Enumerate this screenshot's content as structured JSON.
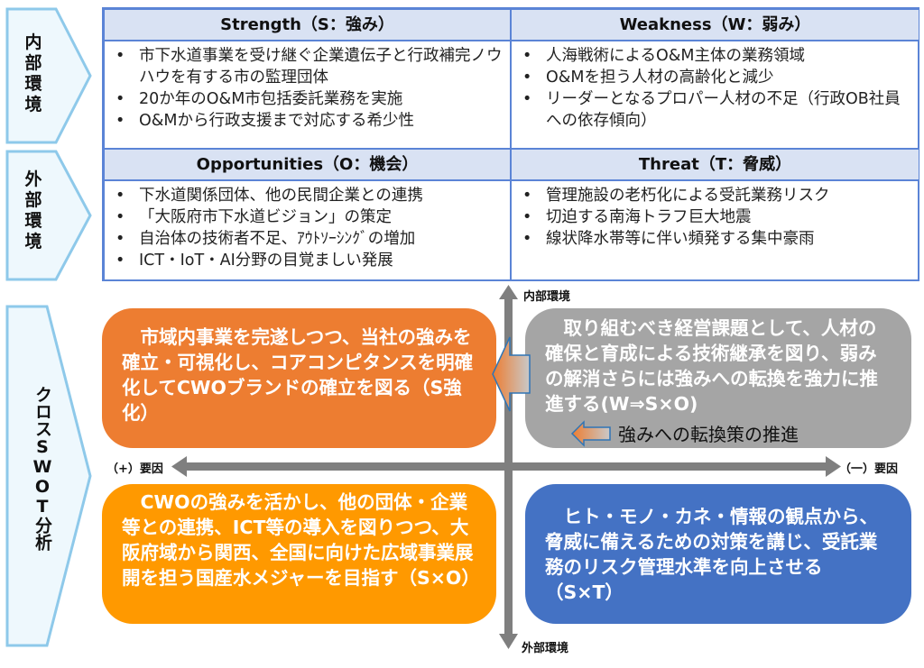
{
  "side_labels": {
    "internal": "内部環境",
    "external": "外部環境",
    "cross": "クロスSWOT分析"
  },
  "swot": {
    "strength": {
      "title": "Strength（S：強み）",
      "items": [
        "市下水道事業を受け継ぐ企業遺伝子と行政補完ノウハウを有する市の監理団体",
        "20か年のO&M市包括委託業務を実施",
        "O&Mから行政支援まで対応する希少性"
      ]
    },
    "weakness": {
      "title": "Weakness（W：弱み）",
      "items": [
        "人海戦術によるO&M主体の業務領域",
        "O&Mを担う人材の高齢化と減少",
        "リーダーとなるプロパー人材の不足（行政OB社員への依存傾向）"
      ]
    },
    "opportunities": {
      "title": "Opportunities（O：機会）",
      "items": [
        "下水道関係団体、他の民間企業との連携",
        "「大阪府市下水道ビジョン」の策定",
        "自治体の技術者不足、ｱｳﾄｿｰｼﾝｸﾞの増加",
        "ICT・IoT・AI分野の目覚ましい発展"
      ]
    },
    "threat": {
      "title": "Threat（T：脅威）",
      "items": [
        "管理施設の老朽化による受託業務リスク",
        "切迫する南海トラフ巨大地震",
        "線状降水帯等に伴い頻発する集中豪雨"
      ]
    }
  },
  "axes": {
    "top": "内部環境",
    "bottom": "外部環境",
    "left": "（+）要因",
    "right": "（一）要因"
  },
  "cross": {
    "so_strengthen": "　市域内事業を完遂しつつ、当社の強みを確立・可視化し、コアコンピタンスを明確化してCWOブランドの確立を図る（S強化）",
    "wso": "　取り組むべき経営課題として、人材の確保と育成による技術継承を図り、弱みの解消さらには強みへの転換を強力に推進する(W⇒S×O)",
    "wso_arrow": "強みへの転換策の推進",
    "sxo": "　CWOの強みを活かし、他の団体・企業等との連携、ICT等の導入を図りつつ、大阪府域から関西、全国に向けた広域事業展開を担う国産水メジャーを目指す（S×O）",
    "sxt": "　ヒト・モノ・カネ・情報の観点から、脅威に備えるための対策を講じ、受託業務のリスク管理水準を向上させる（S×T）"
  },
  "colors": {
    "orange": "#ED7D31",
    "amber": "#FF9900",
    "gray": "#A5A5A5",
    "blue": "#4472C4",
    "header": "#D9E2F3"
  }
}
